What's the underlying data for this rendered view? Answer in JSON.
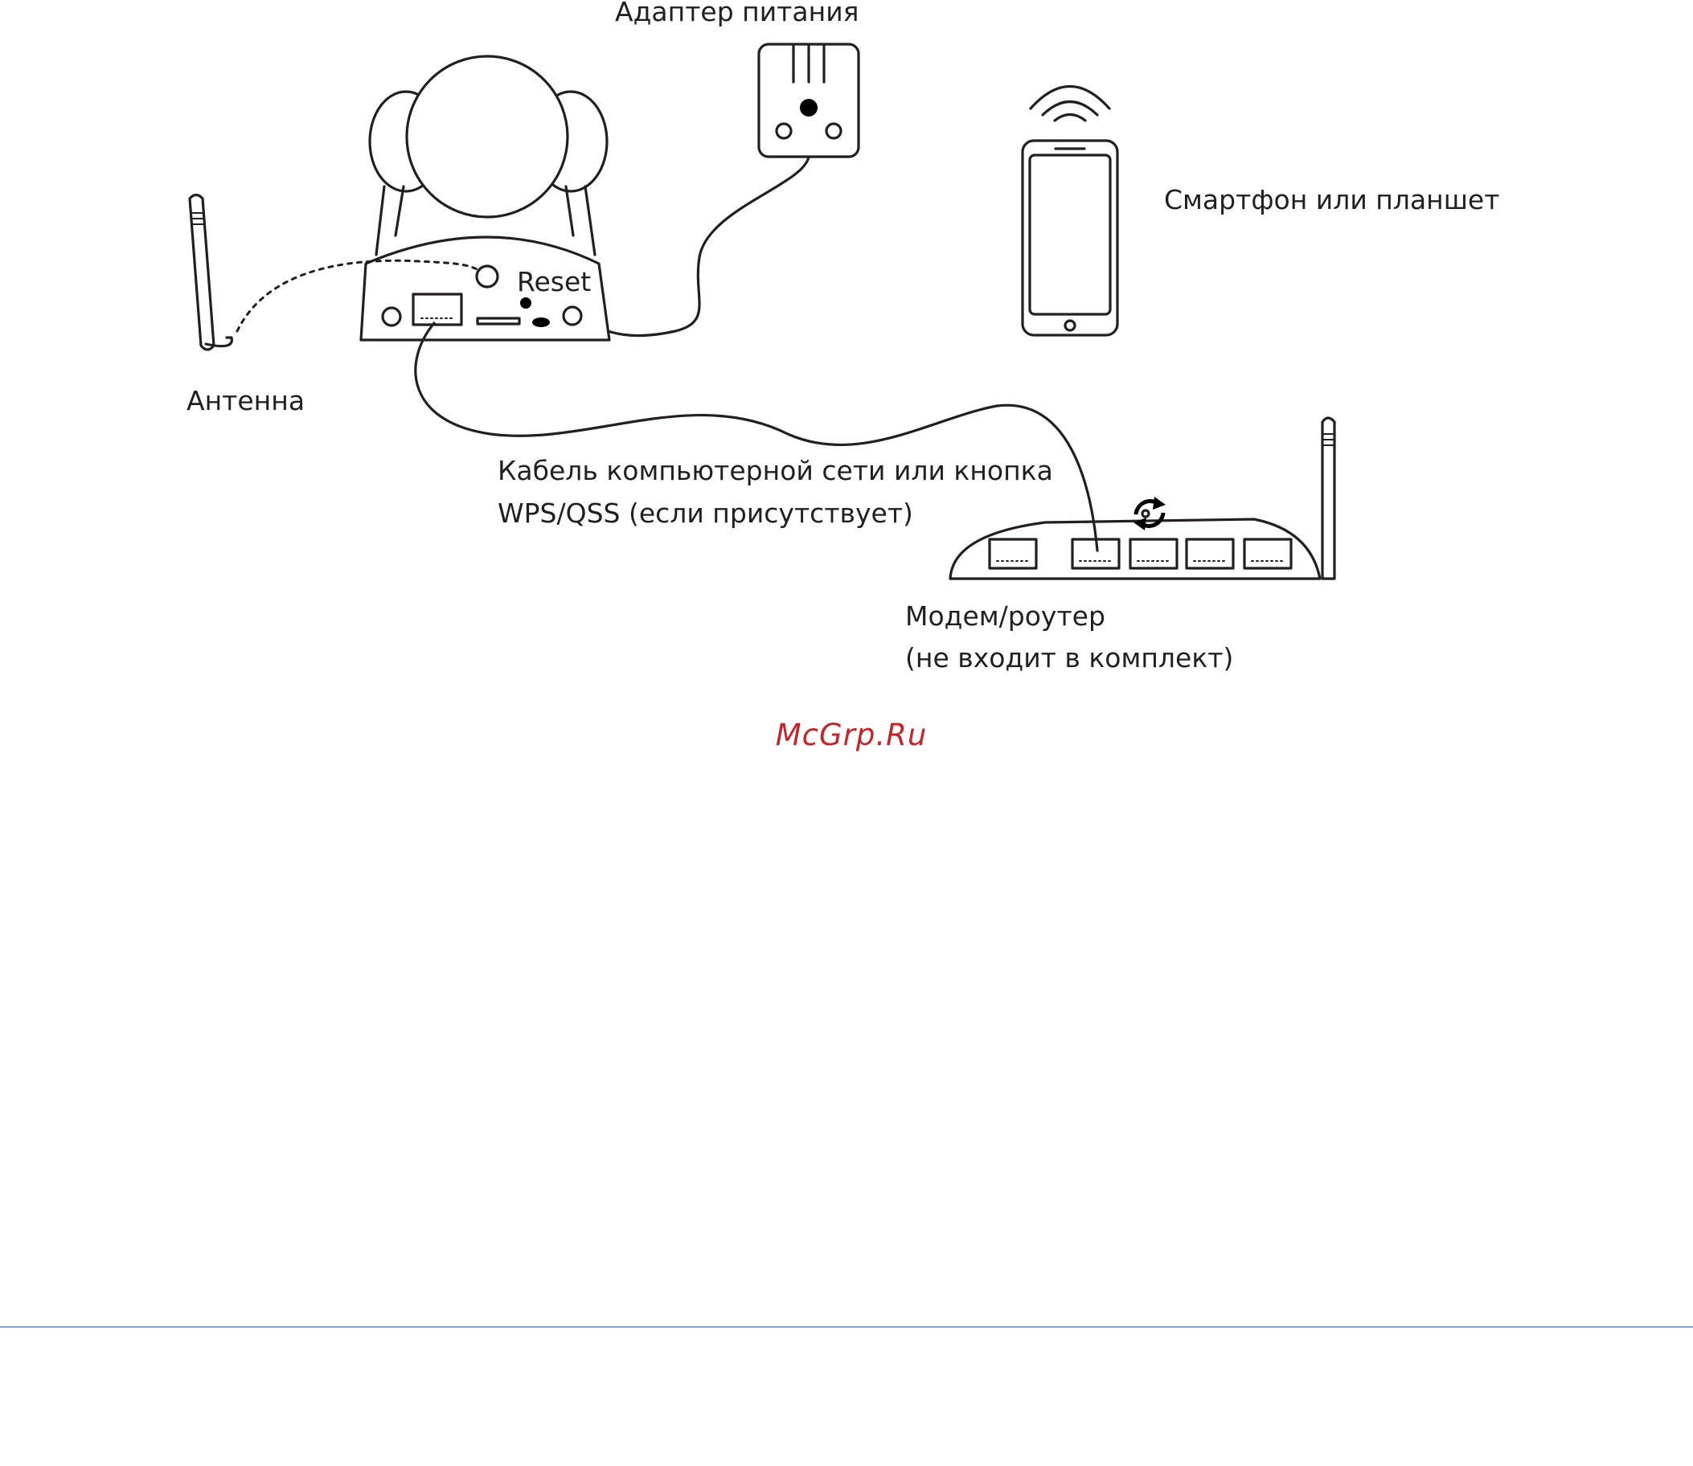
{
  "labels": {
    "power_adapter": "Адаптер питания",
    "smartphone": "Смартфон или планшет",
    "reset": "Reset",
    "antenna": "Антенна",
    "cable_line1": "Кабель компьютерной сети или кнопка",
    "cable_line2": "WPS/QSS (если присутствует)",
    "router_line1": "Модем/роутер",
    "router_line2": "(не входит в комплект)"
  },
  "watermark": "McGrp.Ru",
  "colors": {
    "line": "#231f20",
    "watermark": "#c0272d",
    "footer_rule": "#7fa8d8",
    "background": "#ffffff"
  },
  "icons": [
    "ip-camera-icon",
    "power-adapter-icon",
    "smartphone-icon",
    "wifi-signal-icon",
    "antenna-icon",
    "router-icon",
    "wps-icon"
  ]
}
